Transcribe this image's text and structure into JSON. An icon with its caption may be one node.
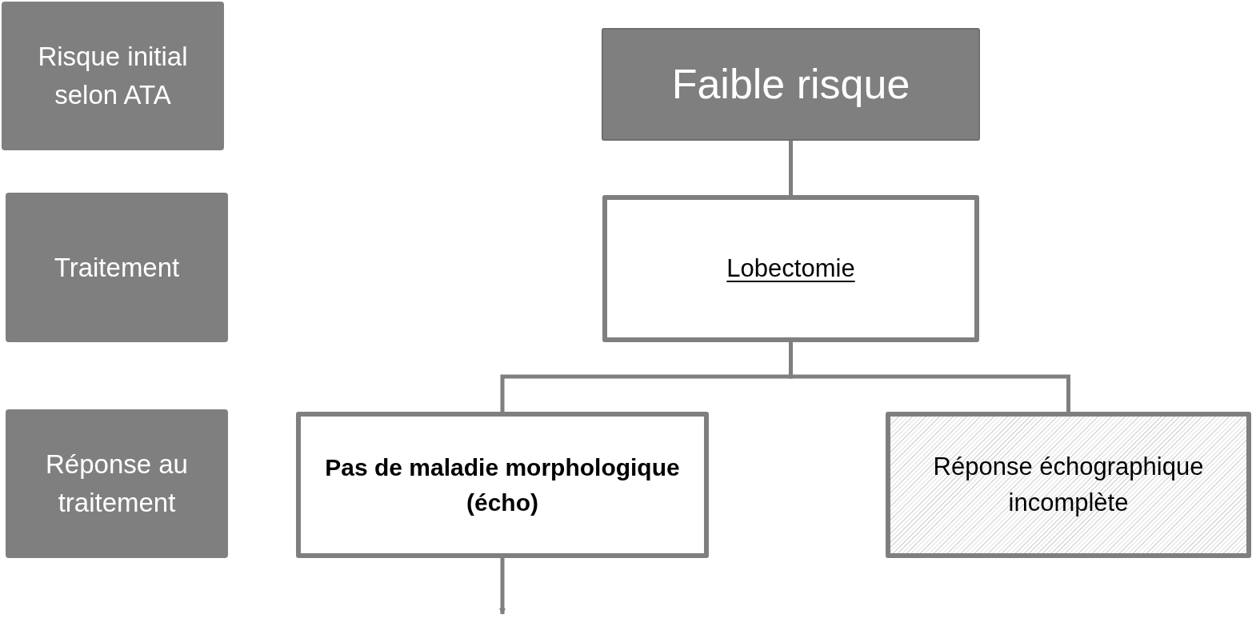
{
  "diagram": {
    "nodes": [
      {
        "text": [
          "Risque initial selon ATA"
        ]
      },
      {
        "text": [
          "Traitement"
        ]
      },
      {
        "text": [
          "Réponse au traitement"
        ]
      },
      {
        "text": [
          "Faible risque"
        ]
      },
      {
        "text": [
          "Lobectomie"
        ]
      },
      {
        "text": [
          "Pas de maladie morphologique (écho)"
        ]
      },
      {
        "text": [
          "Réponse échographique incomplète"
        ]
      }
    ],
    "edges": [
      {
        "from": 3,
        "to": 4,
        "arrow": "none"
      },
      {
        "from": 4,
        "to": 5,
        "arrow": "none"
      },
      {
        "from": 4,
        "to": 6,
        "arrow": "none"
      },
      {
        "from": 5,
        "to": null,
        "arrow": "to"
      }
    ]
  }
}
